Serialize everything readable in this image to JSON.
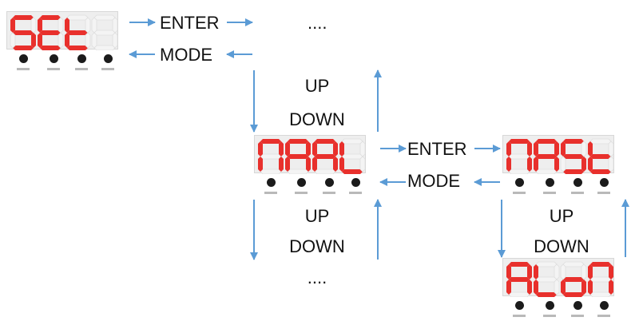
{
  "colors": {
    "segment_on": "#e8302c",
    "segment_off": "#f4f4f4",
    "arrow": "#5b9bd5",
    "label": "#111111"
  },
  "panels": [
    {
      "id": "set",
      "digits": [
        "S",
        "E",
        "t",
        " "
      ]
    },
    {
      "id": "naal",
      "digits": [
        "n",
        "A",
        "A",
        "L"
      ]
    },
    {
      "id": "nast",
      "digits": [
        "n",
        "A",
        "S",
        "t"
      ]
    },
    {
      "id": "alon",
      "digits": [
        "A",
        "L",
        "o",
        "n"
      ]
    }
  ],
  "labels": {
    "top_enter": "ENTER",
    "top_mode": "MODE",
    "top_ellipsis": "....",
    "left_up_1": "UP",
    "left_down_1": "DOWN",
    "mid_enter": "ENTER",
    "mid_mode": "MODE",
    "left_up_2": "UP",
    "left_down_2": "DOWN",
    "bottom_ellipsis": "....",
    "right_up": "UP",
    "right_down": "DOWN"
  },
  "button_icon": "round-push-button-icon"
}
